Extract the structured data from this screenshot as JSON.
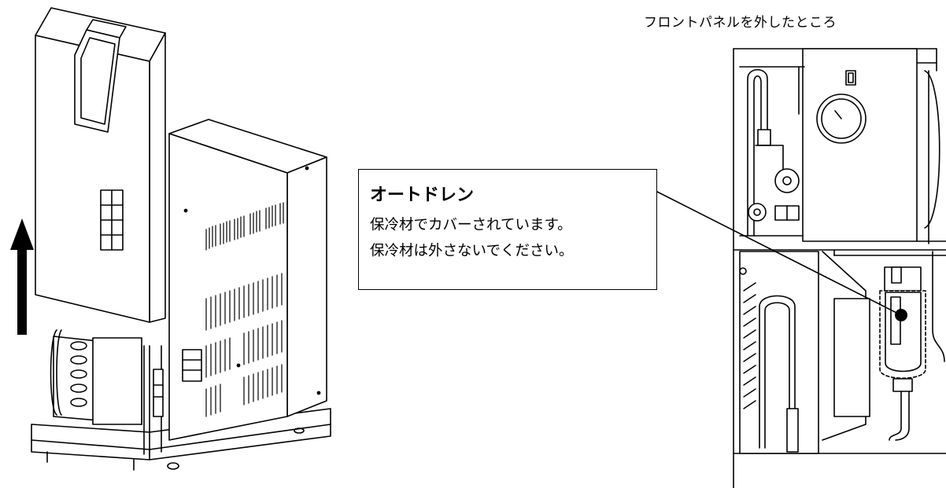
{
  "caption": "フロントパネルを外したところ",
  "callout": {
    "title": "オートドレン",
    "lines": [
      "保冷材でカバーされています。",
      "保冷材は外さないでください。"
    ]
  },
  "icons": {
    "up_arrow": "up-arrow-icon",
    "pressure_gauge": "pressure-gauge-icon",
    "indicator_dot": "indicator-dot-icon"
  },
  "colors": {
    "line": "#000000",
    "background": "#ffffff"
  }
}
